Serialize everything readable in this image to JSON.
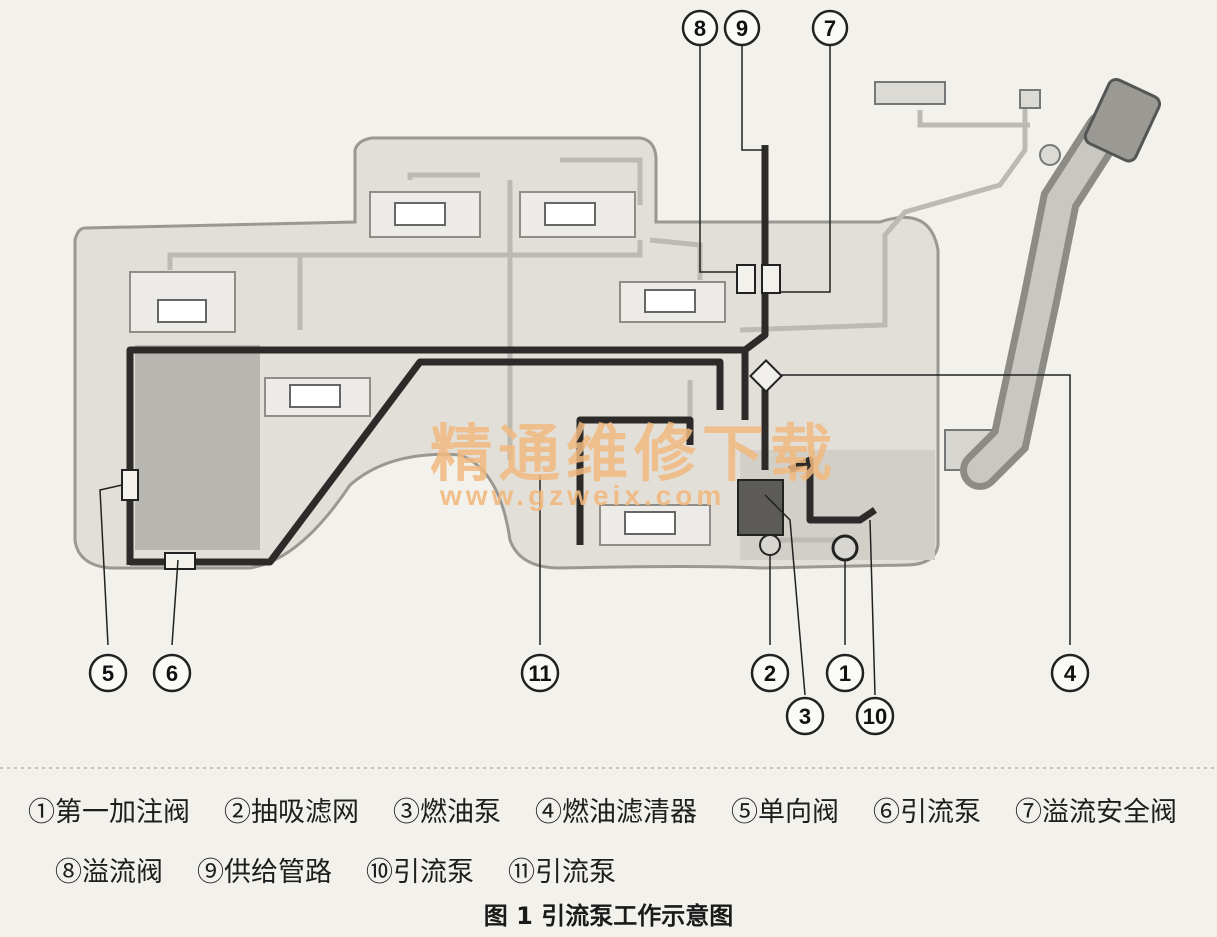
{
  "callouts": [
    {
      "id": "8",
      "label": "8"
    },
    {
      "id": "9",
      "label": "9"
    },
    {
      "id": "7",
      "label": "7"
    },
    {
      "id": "5",
      "label": "5"
    },
    {
      "id": "6",
      "label": "6"
    },
    {
      "id": "11",
      "label": "11"
    },
    {
      "id": "2",
      "label": "2"
    },
    {
      "id": "1",
      "label": "1"
    },
    {
      "id": "4",
      "label": "4"
    },
    {
      "id": "3",
      "label": "3"
    },
    {
      "id": "10",
      "label": "10"
    }
  ],
  "legend": {
    "row1": [
      "①第一加注阀",
      "②抽吸滤网",
      "③燃油泵",
      "④燃油滤清器",
      "⑤单向阀",
      "⑥引流泵",
      "⑦溢流安全阀"
    ],
    "row2": [
      "⑧溢流阀",
      "⑨供给管路",
      "⑩引流泵",
      "⑪引流泵"
    ]
  },
  "caption": "图 1  引流泵工作示意图",
  "watermark": {
    "text": "精通维修下载",
    "url": "www.gzweix.com"
  }
}
